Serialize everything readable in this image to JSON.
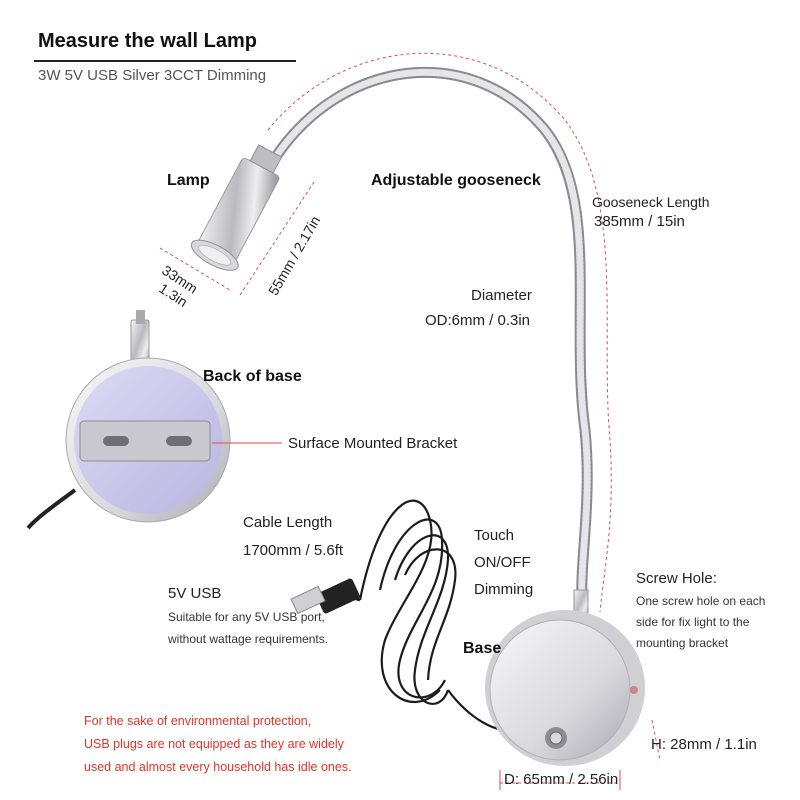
{
  "header": {
    "title": "Measure the wall Lamp",
    "subtitle": "3W 5V USB Silver 3CCT Dimming"
  },
  "lamp": {
    "label": "Lamp",
    "length": "55mm / 2.17in",
    "width_mm": "33mm",
    "width_in": "1.3in"
  },
  "gooseneck": {
    "label": "Adjustable gooseneck",
    "length_label": "Gooseneck Length",
    "length_value": "385mm / 15in",
    "diameter_label": "Diameter",
    "diameter_value": "OD:6mm / 0.3in"
  },
  "back": {
    "label": "Back of base",
    "bracket_label": "Surface Mounted Bracket"
  },
  "cable": {
    "label": "Cable Length",
    "value": "1700mm / 5.6ft"
  },
  "usb": {
    "label": "5V USB",
    "note_line1": "Suitable for any 5V USB port,",
    "note_line2": "without wattage requirements."
  },
  "touch": {
    "line1": "Touch",
    "line2": "ON/OFF",
    "line3": "Dimming"
  },
  "base": {
    "label": "Base",
    "diameter": "D: 65mm / 2.56in",
    "height": "H: 28mm / 1.1in"
  },
  "screw": {
    "label": "Screw Hole:",
    "line1": "One  screw hole on each",
    "line2": "side for fix light to the",
    "line3": "mounting bracket"
  },
  "notice": {
    "line1": "For the sake of environmental protection,",
    "line2": "USB plugs are not equipped as they are widely",
    "line3": "used and almost every household has idle ones."
  },
  "colors": {
    "dimension_line": "#e04b4b",
    "notice_text": "#e4322b",
    "silver": "#c8c8cc",
    "backplate": "#c9c6ea"
  }
}
